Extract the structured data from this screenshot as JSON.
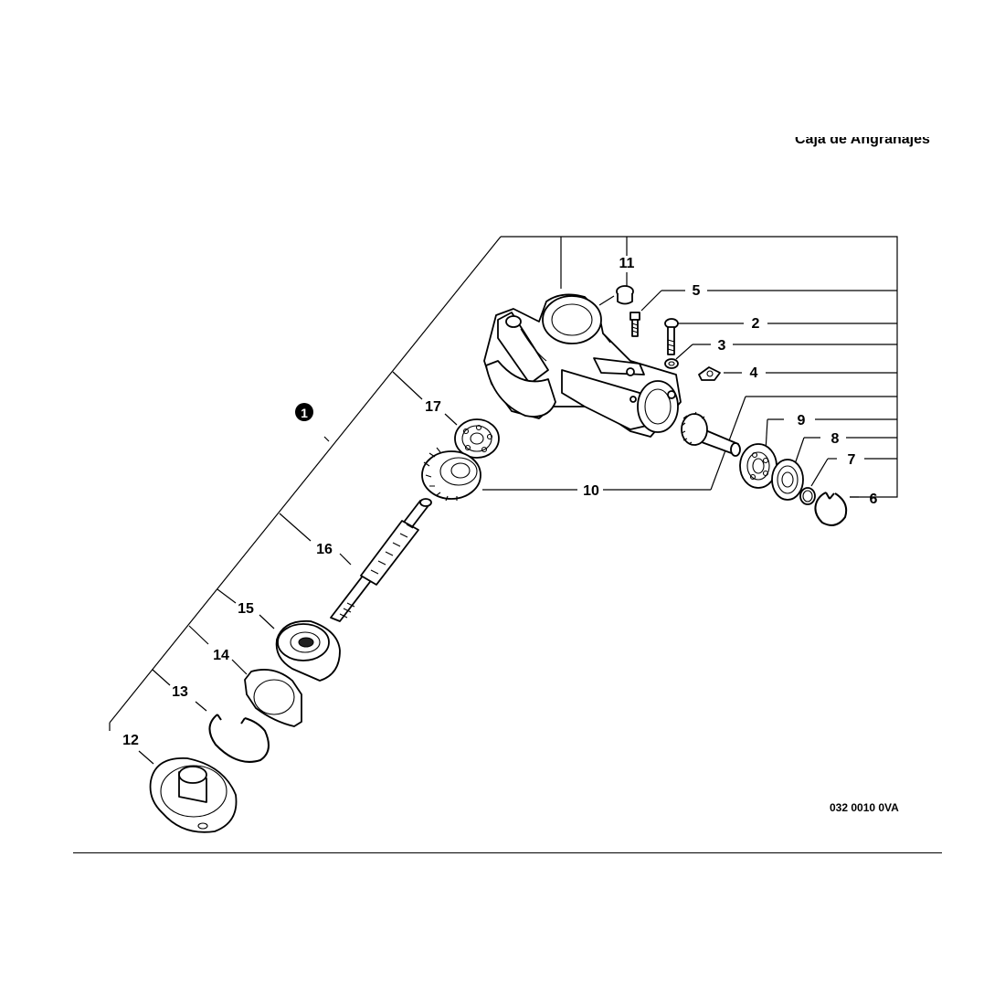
{
  "title": "Caja de Angranajes",
  "drawing_code": "032 0010 0VA",
  "assembly_marker": "1",
  "callouts": {
    "c2": "2",
    "c3": "3",
    "c4": "4",
    "c5": "5",
    "c6": "6",
    "c7": "7",
    "c8": "8",
    "c9": "9",
    "c10": "10",
    "c11": "11",
    "c12": "12",
    "c13": "13",
    "c14": "14",
    "c15": "15",
    "c16": "16",
    "c17": "17"
  }
}
